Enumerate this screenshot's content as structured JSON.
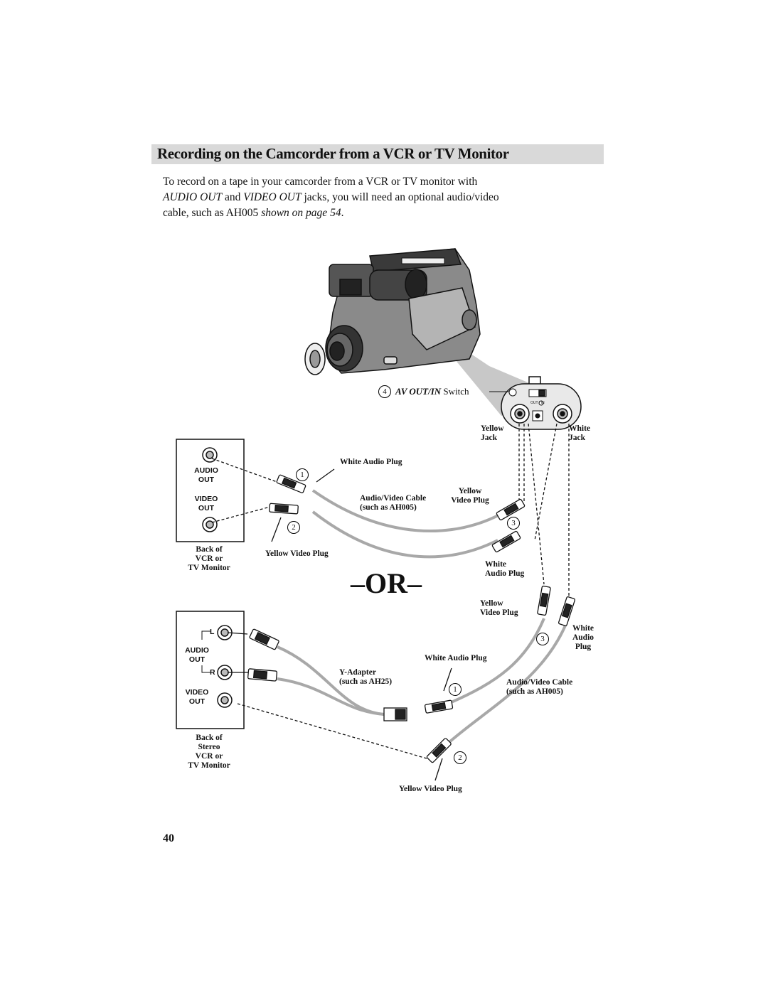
{
  "section": {
    "title": "Recording on the Camcorder from a VCR or TV Monitor",
    "intro": {
      "line1": "To record on a tape in your camcorder from a VCR or TV monitor with",
      "jack_audio": "AUDIO OUT",
      "and": " and ",
      "jack_video": "VIDEO OUT",
      "line2_rest": " jacks, you will need an optional audio/video",
      "line3_start": "cable, such as AH005 ",
      "page_ref": "shown on page 54",
      "period": "."
    }
  },
  "camcorder": {
    "callout": "4",
    "switch_label_italic": "AV OUT/IN",
    "switch_label_rest": " Switch",
    "switch_small_out_in": "OUT / IN",
    "yellow_jack": "Yellow\nJack",
    "white_jack": "White\nJack"
  },
  "diagram1": {
    "audio_out": "AUDIO\nOUT",
    "video_out": "VIDEO\nOUT",
    "back_label": "Back of\nVCR or\nTV Monitor",
    "white_audio_plug": "White Audio Plug",
    "callout1": "1",
    "av_cable": "Audio/Video Cable\n(such as AH005)",
    "yellow_video_plug_right": "Yellow\nVideo Plug",
    "callout3": "3",
    "callout2": "2",
    "yellow_video_plug_left": "Yellow Video Plug",
    "white_audio_plug_right": "White\nAudio Plug"
  },
  "or_text": "–OR–",
  "diagram2": {
    "l": "L",
    "r": "R",
    "audio_out": "AUDIO\nOUT",
    "video_out": "VIDEO\nOUT",
    "back_label": "Back of\nStereo\nVCR or\nTV Monitor",
    "yellow_video_plug_top": "Yellow\nVideo Plug",
    "callout3": "3",
    "white_audio_plug_right": "White\nAudio\nPlug",
    "white_audio_plug": "White Audio Plug",
    "y_adapter": "Y-Adapter\n(such as AH25)",
    "callout1": "1",
    "av_cable": "Audio/Video Cable\n(such as AH005)",
    "callout2": "2",
    "yellow_video_plug_bottom": "Yellow Video Plug"
  },
  "page_number": "40"
}
